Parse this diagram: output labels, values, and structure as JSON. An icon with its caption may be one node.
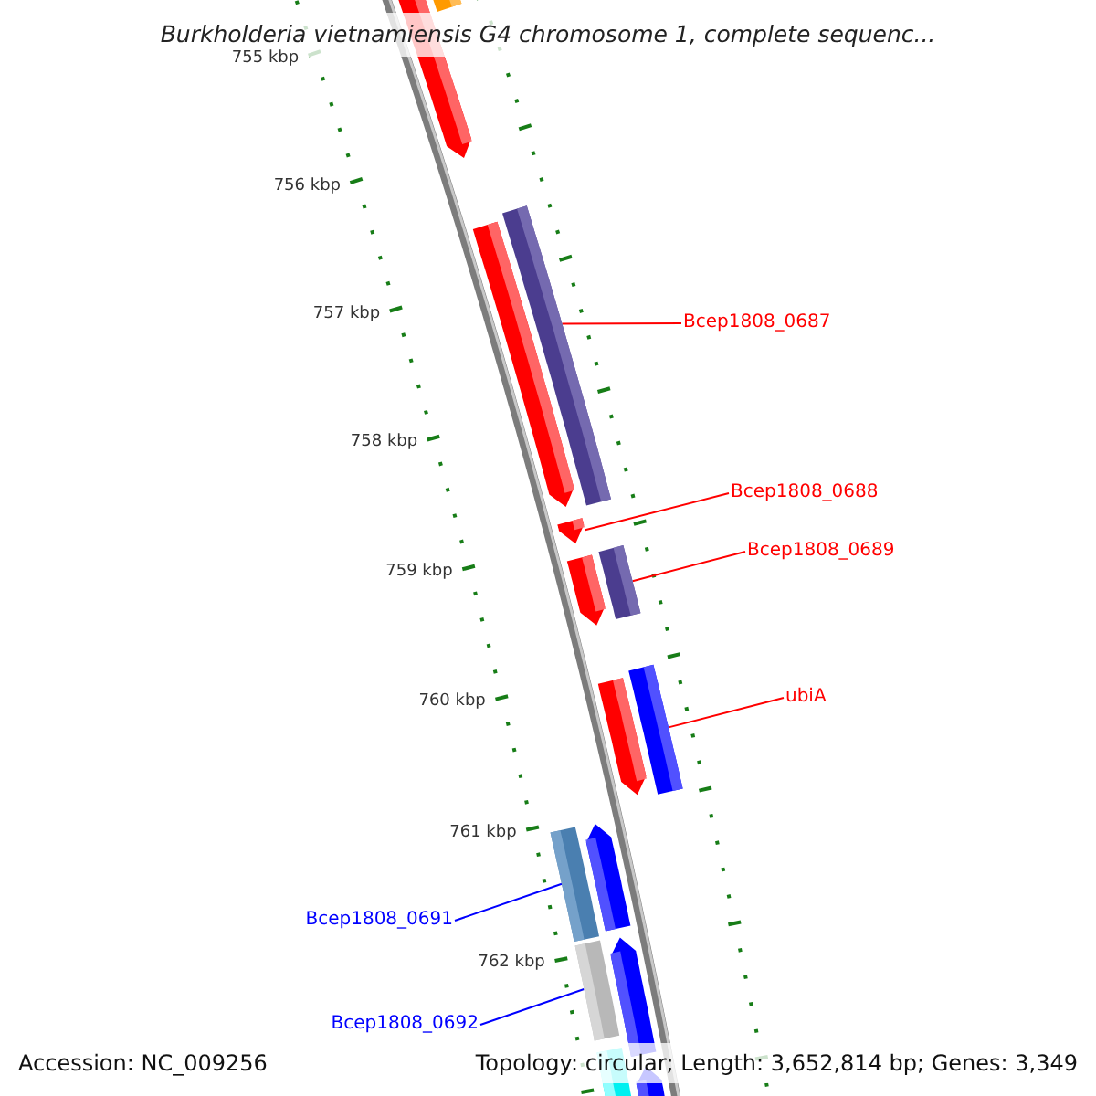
{
  "diagram": {
    "title": "Burkholderia vietnamiensis G4 chromosome 1, complete sequenc...",
    "nodes": [
      {
        "text": [
          "Bcep1808_0687"
        ]
      },
      {
        "text": [],
        "shape": "bar"
      },
      {
        "text": [
          "Bcep1808_0688"
        ]
      },
      {
        "text": [],
        "shape": "bar"
      },
      {
        "text": [
          "Bcep1808_0689"
        ]
      },
      {
        "text": [],
        "shape": "bar"
      },
      {
        "text": [
          "ubiA"
        ]
      },
      {
        "text": [],
        "shape": "bar"
      },
      {
        "text": [
          "Bcep1808_0691"
        ]
      },
      {
        "text": [],
        "shape": "bar"
      },
      {
        "text": [
          "Bcep1808_0692"
        ]
      },
      {
        "text": [],
        "shape": "bar"
      }
    ],
    "edges": [
      {
        "from": 0,
        "to": 1,
        "arrow": "none"
      },
      {
        "from": 2,
        "to": 3,
        "arrow": "none"
      },
      {
        "from": 4,
        "to": 5,
        "arrow": "none"
      },
      {
        "from": 6,
        "to": 7,
        "arrow": "none"
      },
      {
        "from": 8,
        "to": 9,
        "arrow": "none",
        "color": "#0000ff"
      },
      {
        "from": 10,
        "to": 11,
        "arrow": "none",
        "color": "#0000ff"
      }
    ],
    "labels": [
      "755 kbp",
      "756 kbp",
      "757 kbp",
      "758 kbp",
      "759 kbp",
      "760 kbp",
      "761 kbp",
      "762 kbp",
      "Accession: NC_009256",
      "Topology: circular; Length: 3,652,814 bp; Genes: 3,349"
    ]
  }
}
